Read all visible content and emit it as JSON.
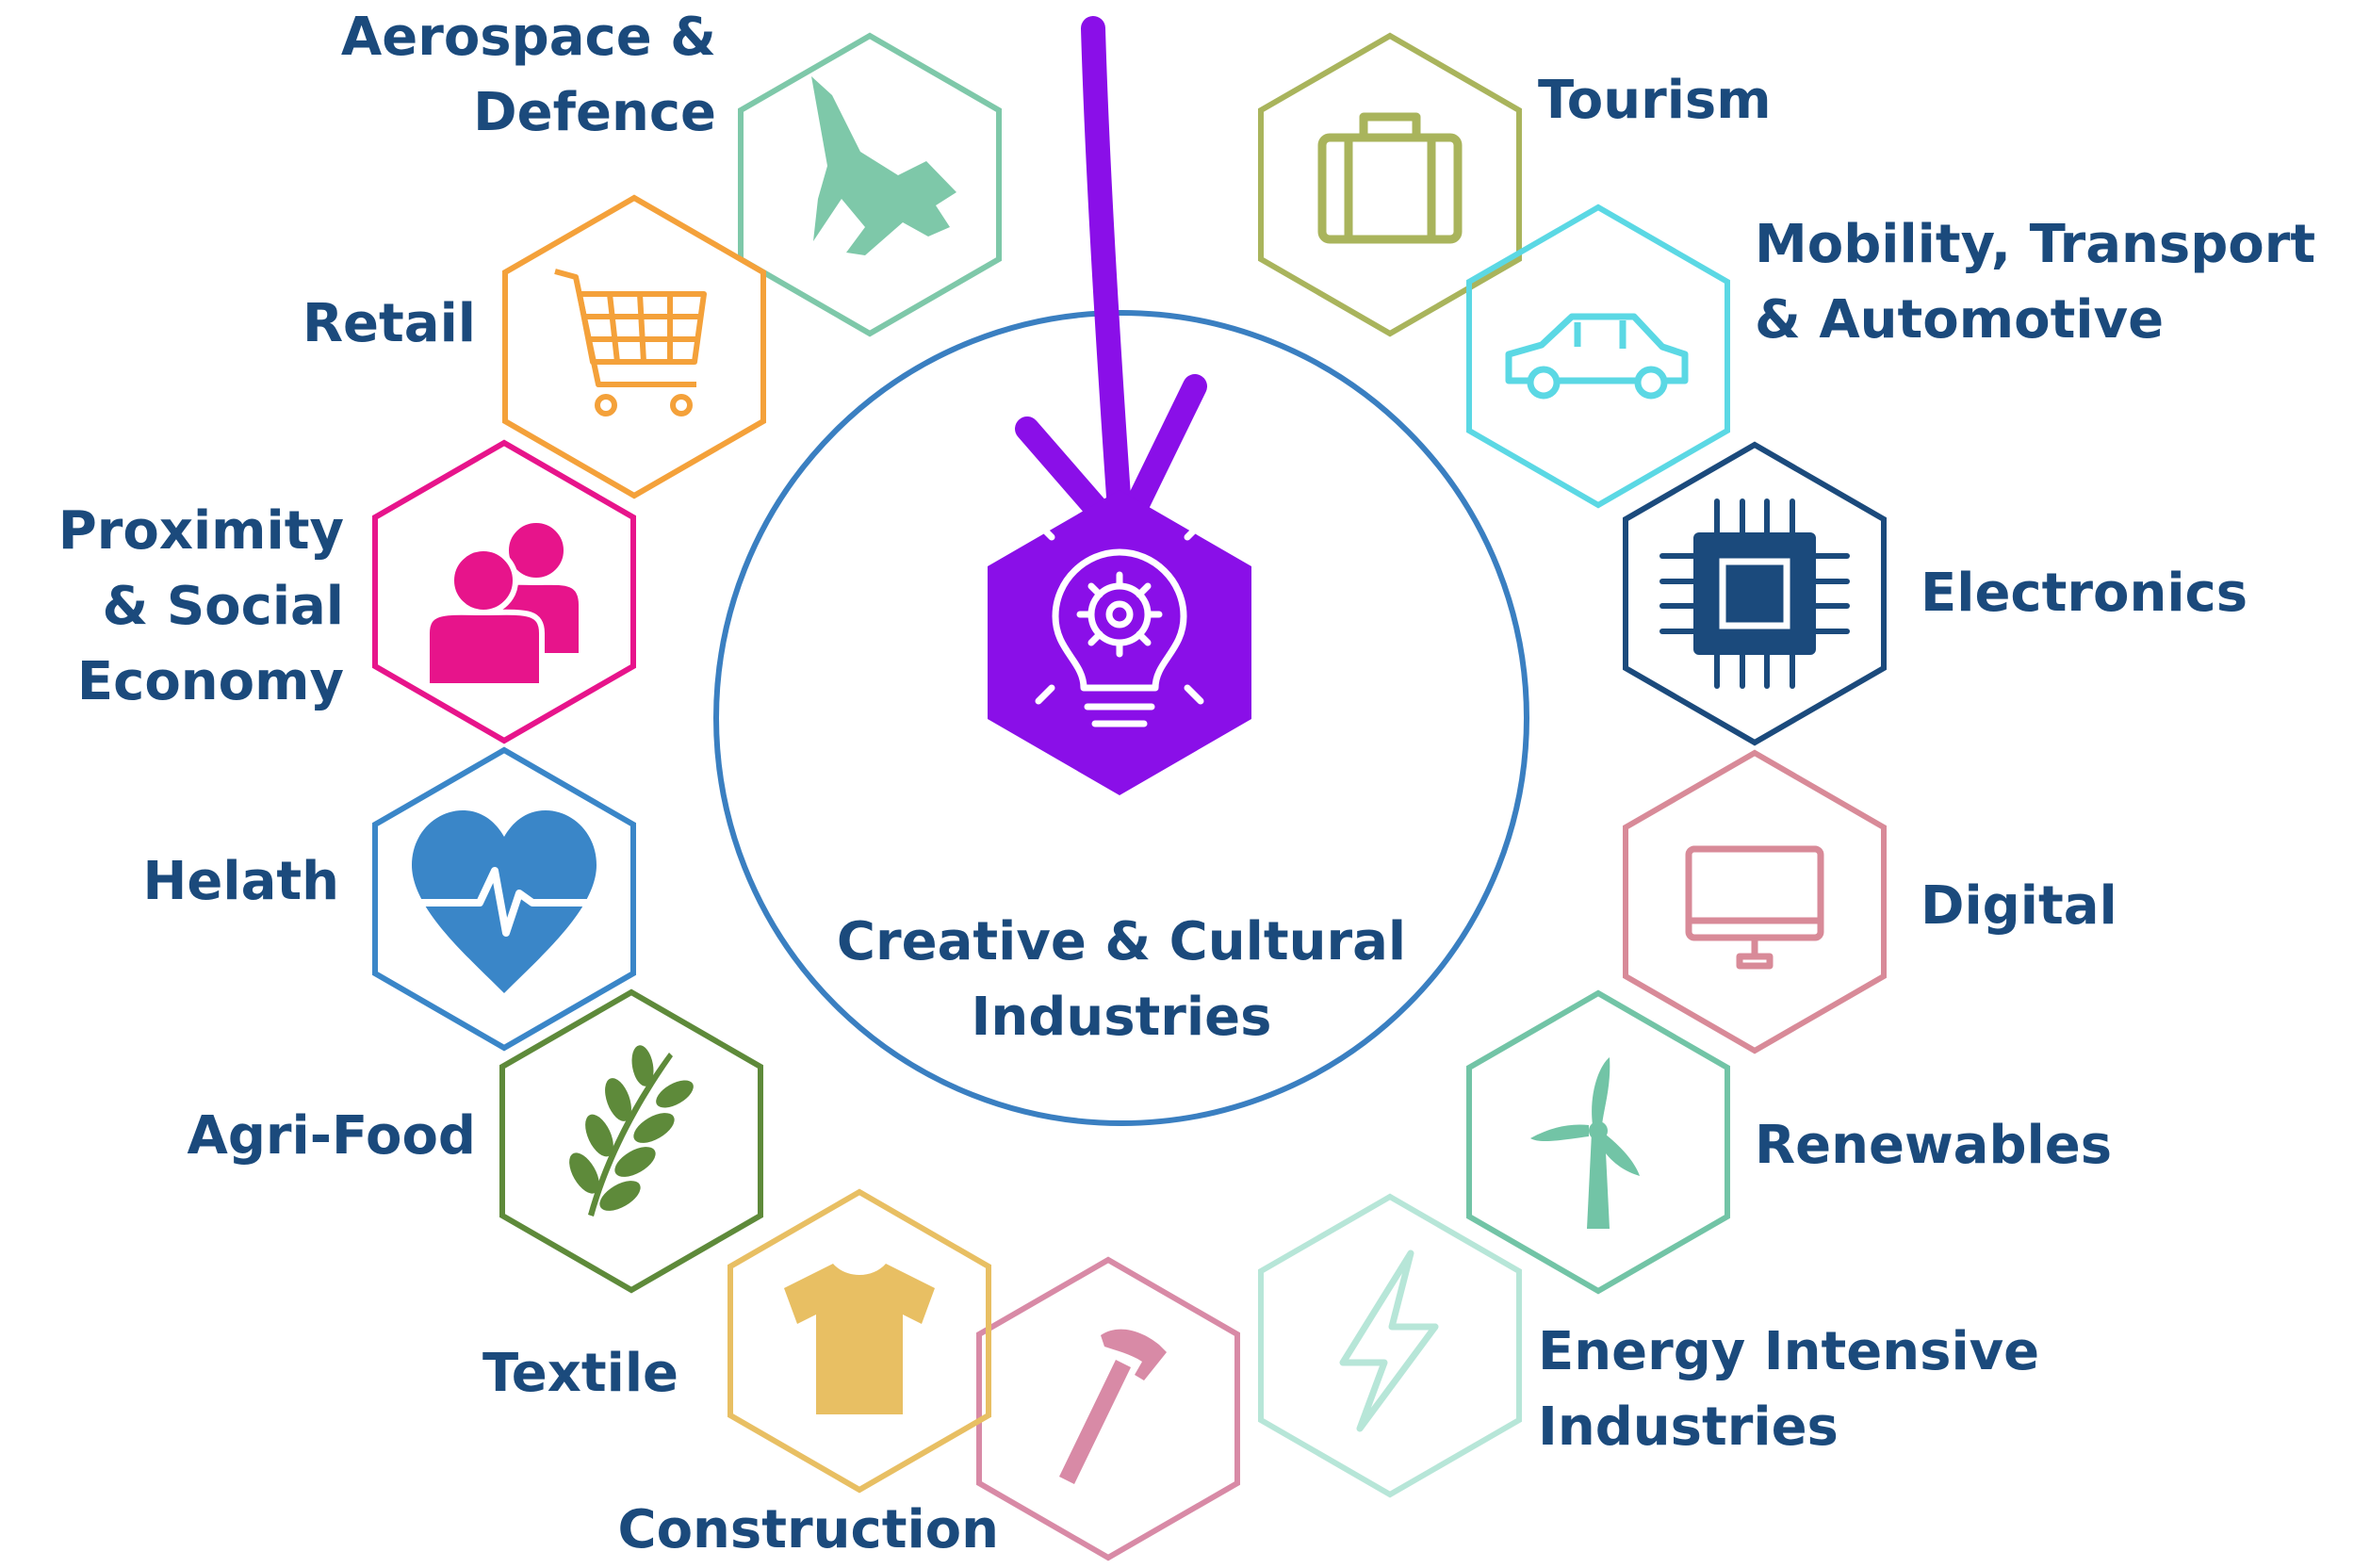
{
  "center": {
    "label": "Creative & Cultural\nIndustries",
    "icon": "lightbulb-gear-icon",
    "color": "#8a0fe8",
    "ring_color": "#3a7fc1"
  },
  "arrow": {
    "color": "#8a0fe8"
  },
  "label_color": "#1b4a7c",
  "sectors": [
    {
      "id": "aerospace",
      "label": "Aerospace &\nDefence",
      "icon": "fighter-jet-icon",
      "color": "#7ec8a9"
    },
    {
      "id": "tourism",
      "label": "Tourism",
      "icon": "suitcase-icon",
      "color": "#a9b45c"
    },
    {
      "id": "mobility",
      "label": "Mobility, Transport\n& Automotive",
      "icon": "car-icon",
      "color": "#5bd8e4"
    },
    {
      "id": "electronics",
      "label": "Electronics",
      "icon": "microchip-icon",
      "color": "#1b4a7c"
    },
    {
      "id": "digital",
      "label": "Digital",
      "icon": "monitor-icon",
      "color": "#d88a98"
    },
    {
      "id": "renewables",
      "label": "Renewables",
      "icon": "wind-turbine-icon",
      "color": "#72c4a6"
    },
    {
      "id": "energy",
      "label": "Energy Intensive\nIndustries",
      "icon": "lightning-bolt-icon",
      "color": "#b7e6d8"
    },
    {
      "id": "construction",
      "label": "Construction",
      "icon": "hammer-icon",
      "color": "#d88aa6"
    },
    {
      "id": "textile",
      "label": "Textile",
      "icon": "t-shirt-icon",
      "color": "#e8bf63"
    },
    {
      "id": "agrifood",
      "label": "Agri-Food",
      "icon": "wheat-icon",
      "color": "#5e8a3a"
    },
    {
      "id": "health",
      "label": "Helath",
      "icon": "heart-pulse-icon",
      "color": "#3a86c8"
    },
    {
      "id": "social",
      "label": "Proximity\n& Social\nEconomy",
      "icon": "people-icon",
      "color": "#e7148b"
    },
    {
      "id": "retail",
      "label": "Retail",
      "icon": "shopping-cart-icon",
      "color": "#f4a13a"
    }
  ]
}
